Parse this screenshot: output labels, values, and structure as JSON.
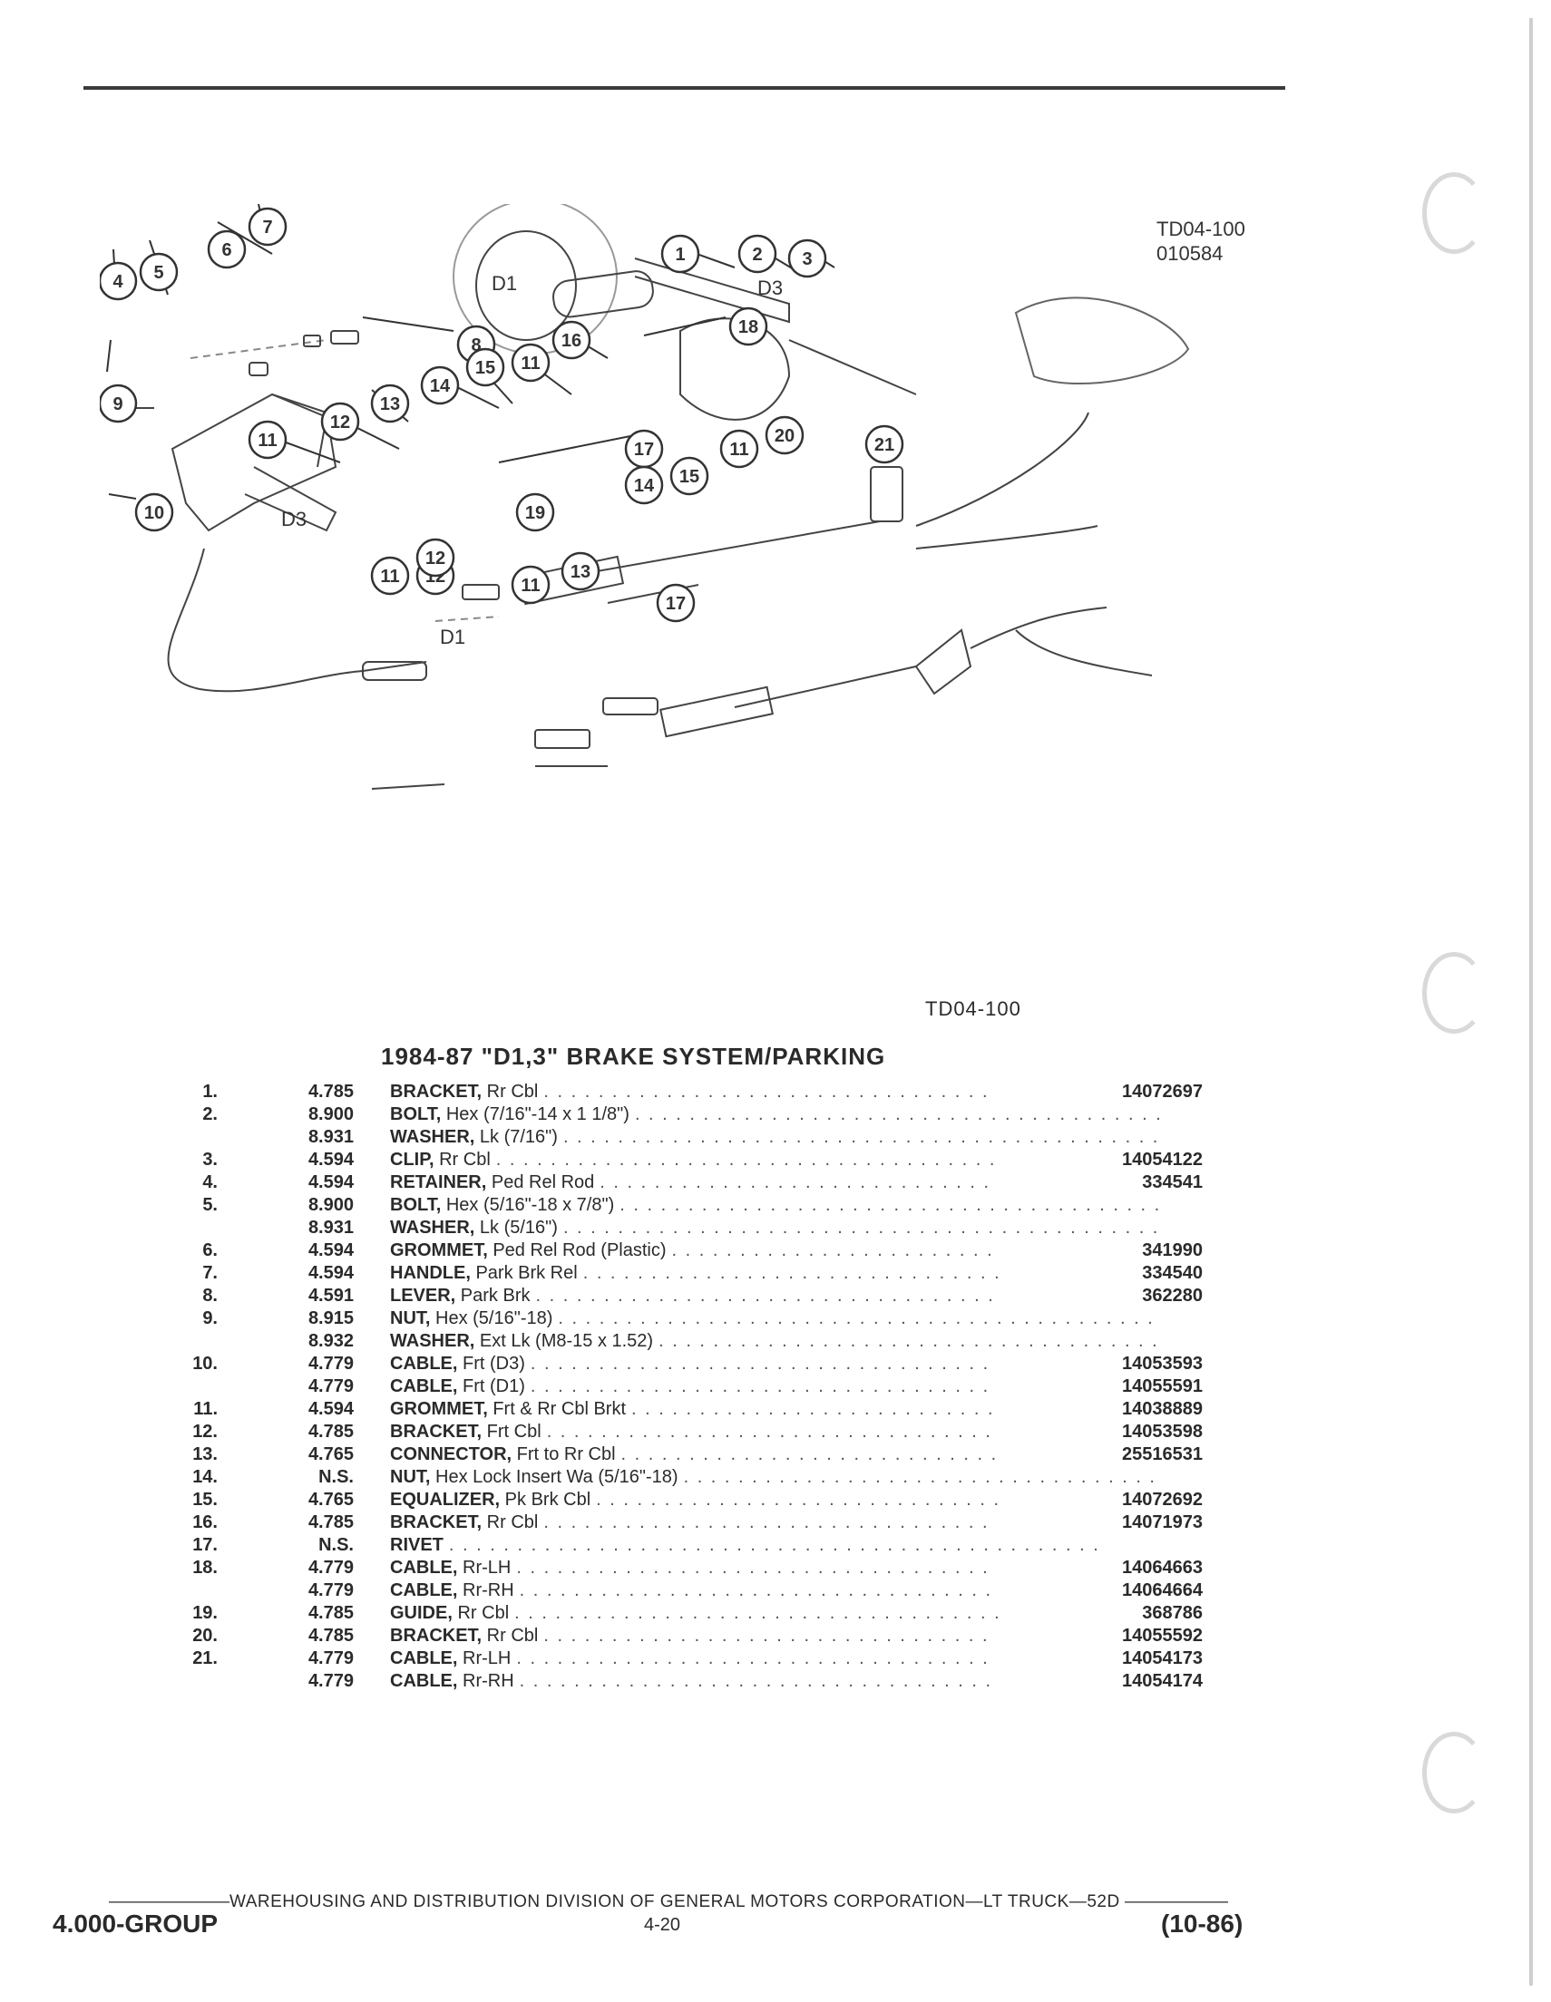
{
  "diagram": {
    "ref_top": "TD04-100",
    "ref_date": "010584",
    "view_labels": [
      "D1",
      "D3",
      "D3",
      "D1"
    ],
    "callouts": [
      "1",
      "2",
      "3",
      "4",
      "5",
      "6",
      "7",
      "8",
      "9",
      "10",
      "11",
      "12",
      "13",
      "14",
      "15",
      "11",
      "16",
      "18",
      "17",
      "11",
      "12",
      "13",
      "19",
      "14",
      "15",
      "11",
      "20",
      "21",
      "17",
      "11",
      "12"
    ]
  },
  "figure_ref": "TD04-100",
  "title": "1984-87 \"D1,3\" BRAKE SYSTEM/PARKING",
  "parts": [
    {
      "item": "1.",
      "code": "4.785",
      "name": "BRACKET,",
      "spec": "Rr Cbl",
      "part": "14072697"
    },
    {
      "item": "2.",
      "code": "8.900",
      "name": "BOLT,",
      "spec": "Hex (7/16\"-14 x 1 1/8\")",
      "part": ""
    },
    {
      "item": "",
      "code": "8.931",
      "name": "WASHER,",
      "spec": "Lk (7/16\")",
      "part": ""
    },
    {
      "item": "3.",
      "code": "4.594",
      "name": "CLIP,",
      "spec": "Rr Cbl",
      "part": "14054122"
    },
    {
      "item": "4.",
      "code": "4.594",
      "name": "RETAINER,",
      "spec": "Ped Rel Rod",
      "part": "334541"
    },
    {
      "item": "5.",
      "code": "8.900",
      "name": "BOLT,",
      "spec": "Hex (5/16\"-18 x 7/8\")",
      "part": ""
    },
    {
      "item": "",
      "code": "8.931",
      "name": "WASHER,",
      "spec": "Lk (5/16\")",
      "part": ""
    },
    {
      "item": "6.",
      "code": "4.594",
      "name": "GROMMET,",
      "spec": "Ped Rel Rod (Plastic)",
      "part": "341990"
    },
    {
      "item": "7.",
      "code": "4.594",
      "name": "HANDLE,",
      "spec": "Park Brk Rel",
      "part": "334540"
    },
    {
      "item": "8.",
      "code": "4.591",
      "name": "LEVER,",
      "spec": "Park Brk",
      "part": "362280"
    },
    {
      "item": "9.",
      "code": "8.915",
      "name": "NUT,",
      "spec": "Hex (5/16\"-18)",
      "part": ""
    },
    {
      "item": "",
      "code": "8.932",
      "name": "WASHER,",
      "spec": "Ext Lk (M8-15 x 1.52)",
      "part": ""
    },
    {
      "item": "10.",
      "code": "4.779",
      "name": "CABLE,",
      "spec": "Frt (D3)",
      "part": "14053593"
    },
    {
      "item": "",
      "code": "4.779",
      "name": "CABLE,",
      "spec": "Frt (D1)",
      "part": "14055591"
    },
    {
      "item": "11.",
      "code": "4.594",
      "name": "GROMMET,",
      "spec": "Frt & Rr Cbl Brkt",
      "part": "14038889"
    },
    {
      "item": "12.",
      "code": "4.785",
      "name": "BRACKET,",
      "spec": "Frt Cbl",
      "part": "14053598"
    },
    {
      "item": "13.",
      "code": "4.765",
      "name": "CONNECTOR,",
      "spec": "Frt to Rr Cbl",
      "part": "25516531"
    },
    {
      "item": "14.",
      "code": "N.S.",
      "name": "NUT,",
      "spec": "Hex Lock Insert Wa (5/16\"-18)",
      "part": ""
    },
    {
      "item": "15.",
      "code": "4.765",
      "name": "EQUALIZER,",
      "spec": "Pk Brk Cbl",
      "part": "14072692"
    },
    {
      "item": "16.",
      "code": "4.785",
      "name": "BRACKET,",
      "spec": "Rr Cbl",
      "part": "14071973"
    },
    {
      "item": "17.",
      "code": "N.S.",
      "name": "RIVET",
      "spec": "",
      "part": ""
    },
    {
      "item": "18.",
      "code": "4.779",
      "name": "CABLE,",
      "spec": "Rr-LH",
      "part": "14064663"
    },
    {
      "item": "",
      "code": "4.779",
      "name": "CABLE,",
      "spec": "Rr-RH",
      "part": "14064664"
    },
    {
      "item": "19.",
      "code": "4.785",
      "name": "GUIDE,",
      "spec": "Rr Cbl",
      "part": "368786"
    },
    {
      "item": "20.",
      "code": "4.785",
      "name": "BRACKET,",
      "spec": "Rr Cbl",
      "part": "14055592"
    },
    {
      "item": "21.",
      "code": "4.779",
      "name": "CABLE,",
      "spec": "Rr-LH",
      "part": "14054173"
    },
    {
      "item": "",
      "code": "4.779",
      "name": "CABLE,",
      "spec": "Rr-RH",
      "part": "14054174"
    }
  ],
  "footer": {
    "line": "WAREHOUSING AND DISTRIBUTION  DIVISION OF GENERAL MOTORS CORPORATION—LT TRUCK—52D",
    "group": "4.000-GROUP",
    "page": "4-20",
    "date": "(10-86)"
  }
}
